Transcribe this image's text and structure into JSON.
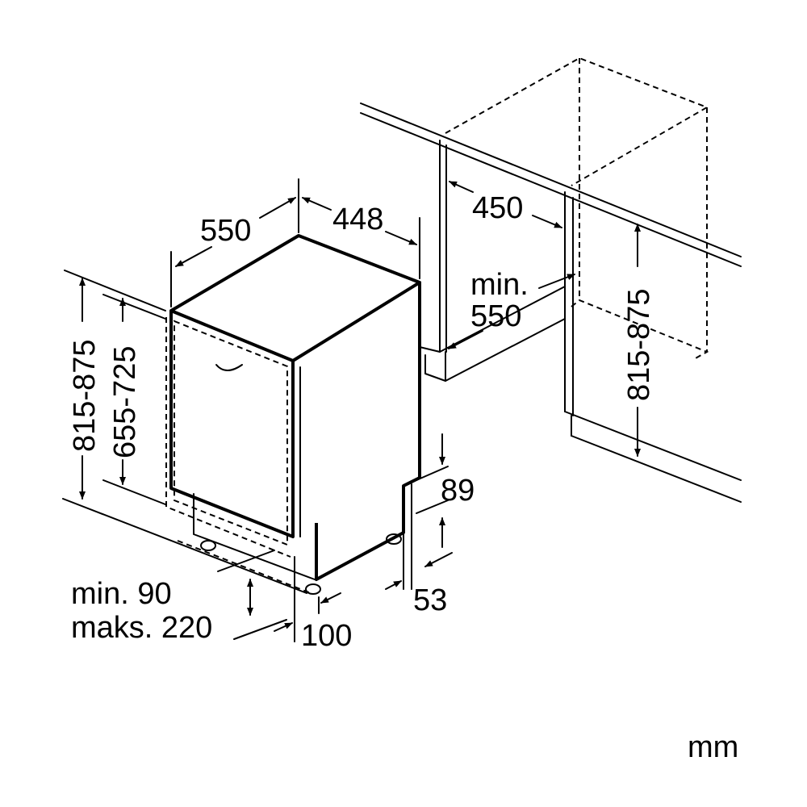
{
  "dimensions": {
    "depth_550": "550",
    "width_448": "448",
    "height_total_left": "815-875",
    "height_door_left": "655-725",
    "plinth_min": "min. 90",
    "plinth_max": "maks. 220",
    "plinth_depth": "100",
    "foot_89": "89",
    "foot_53": "53",
    "niche_width": "450",
    "niche_depth_min": "min.",
    "niche_depth_val": "550",
    "niche_height_right": "815-875"
  },
  "unit": "mm"
}
